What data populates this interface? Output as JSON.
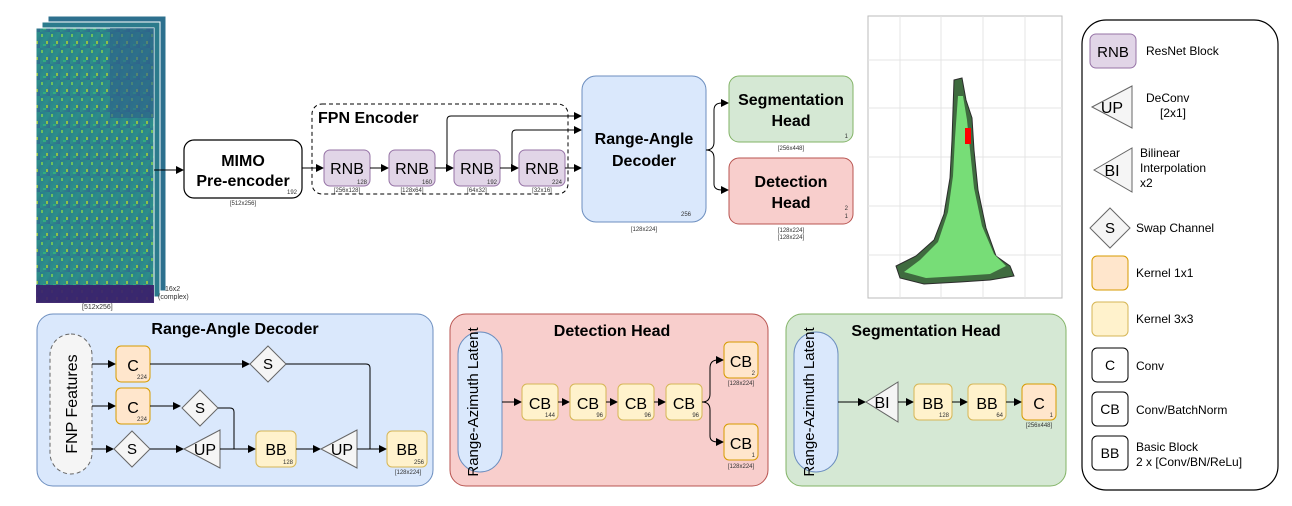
{
  "input": {
    "dims": "[512x256]",
    "channels": "16x2",
    "channels_note": "(complex)"
  },
  "top": {
    "mimo_line1": "MIMO",
    "mimo_line2": "Pre-encoder",
    "mimo_ch": "192",
    "mimo_dims": "[512x256]",
    "fpn_title": "FPN Encoder",
    "rnb": [
      {
        "label": "RNB",
        "ch": "128",
        "dims": "[256x128]"
      },
      {
        "label": "RNB",
        "ch": "160",
        "dims": "[128x64]"
      },
      {
        "label": "RNB",
        "ch": "192",
        "dims": "[64x32]"
      },
      {
        "label": "RNB",
        "ch": "224",
        "dims": "[32x16]"
      }
    ],
    "rad_line1": "Range-Angle",
    "rad_line2": "Decoder",
    "rad_ch": "256",
    "rad_dims": "[128x224]",
    "seg_line1": "Segmentation",
    "seg_line2": "Head",
    "seg_ch": "1",
    "seg_dims": "[256x448]",
    "det_line1": "Detection",
    "det_line2": "Head",
    "det_ch1": "2",
    "det_ch2": "1",
    "det_dims1": "[128x224]",
    "det_dims2": "[128x224]"
  },
  "rad_panel": {
    "title": "Range-Angle Decoder",
    "features": "FNP Features",
    "c1": "C",
    "c1_ch": "224",
    "c2": "C",
    "c2_ch": "224",
    "s": "S",
    "up": "UP",
    "bb1": "BB",
    "bb1_ch": "128",
    "bb2": "BB",
    "bb2_ch": "256",
    "bb2_dims": "[128x224]"
  },
  "det_panel": {
    "title": "Detection Head",
    "latent": "Range-Azimuth Latent",
    "cb": "CB",
    "cb_chs": [
      "144",
      "96",
      "96",
      "96"
    ],
    "out_top_ch": "2",
    "out_bot_ch": "1",
    "out_top_dims": "[128x224]",
    "out_bot_dims": "[128x224]"
  },
  "seg_panel": {
    "title": "Segmentation  Head",
    "latent": "Range-Azimuth Latent",
    "bi": "BI",
    "bb": "BB",
    "bb_chs": [
      "128",
      "64"
    ],
    "c": "C",
    "c_ch": "1",
    "c_dims": "[256x448]"
  },
  "legend": [
    {
      "symbol": "RNB",
      "text": [
        "ResNet Block"
      ]
    },
    {
      "symbol": "UP",
      "text": [
        "DeConv",
        "[2x1]"
      ]
    },
    {
      "symbol": "BI",
      "text": [
        "Bilinear",
        "Interpolation",
        "x2"
      ]
    },
    {
      "symbol": "S",
      "text": [
        "Swap Channel"
      ]
    },
    {
      "symbol": "",
      "text": [
        "Kernel 1x1"
      ]
    },
    {
      "symbol": "",
      "text": [
        "Kernel 3x3"
      ]
    },
    {
      "symbol": "C",
      "text": [
        "Conv"
      ]
    },
    {
      "symbol": "CB",
      "text": [
        "Conv/BatchNorm"
      ]
    },
    {
      "symbol": "BB",
      "text": [
        "Basic Block",
        "2 x [Conv/BN/ReLu]"
      ]
    }
  ],
  "colors": {
    "rnb_fill": "#e1d5e7",
    "rnb_stroke": "#9673a6",
    "blue_fill": "#dae8fc",
    "blue_stroke": "#6c8ebf",
    "red_fill": "#f8cecc",
    "red_stroke": "#b85450",
    "green_fill": "#d5e8d4",
    "green_stroke": "#82b366",
    "orange_fill": "#ffe6cc",
    "orange_stroke": "#d79b00",
    "yellow_fill": "#fff2cc",
    "yellow_stroke": "#d6b656"
  }
}
